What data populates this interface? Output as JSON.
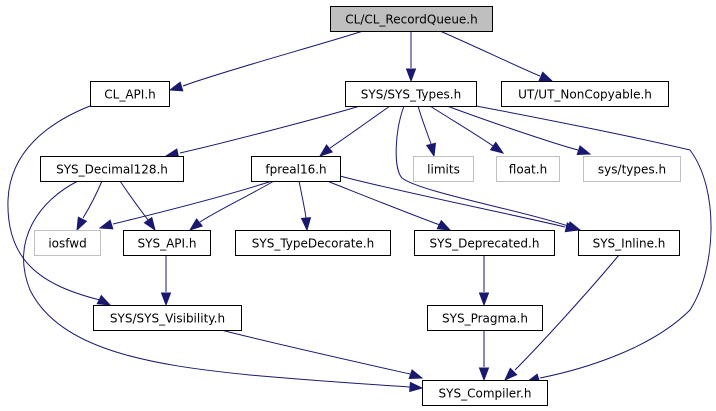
{
  "diagram": {
    "type": "include-dependency-graph",
    "root": "CL/CL_RecordQueue.h",
    "colors": {
      "edge": "#191970",
      "root_fill": "#bfbfbf",
      "node_border": "#000000",
      "external_border": "#bfbfbf",
      "background": "#ffffff"
    },
    "nodes": [
      {
        "id": "recordqueue",
        "label": "CL/CL_RecordQueue.h",
        "kind": "root"
      },
      {
        "id": "cl_api",
        "label": "CL_API.h",
        "kind": "normal"
      },
      {
        "id": "sys_types",
        "label": "SYS/SYS_Types.h",
        "kind": "normal"
      },
      {
        "id": "ut_noncopyable",
        "label": "UT/UT_NonCopyable.h",
        "kind": "normal"
      },
      {
        "id": "sys_decimal128",
        "label": "SYS_Decimal128.h",
        "kind": "normal"
      },
      {
        "id": "fpreal16",
        "label": "fpreal16.h",
        "kind": "normal"
      },
      {
        "id": "limits",
        "label": "limits",
        "kind": "external"
      },
      {
        "id": "float_h",
        "label": "float.h",
        "kind": "external"
      },
      {
        "id": "sys_types_h",
        "label": "sys/types.h",
        "kind": "external"
      },
      {
        "id": "iosfwd",
        "label": "iosfwd",
        "kind": "external"
      },
      {
        "id": "sys_api",
        "label": "SYS_API.h",
        "kind": "normal"
      },
      {
        "id": "sys_typedecorate",
        "label": "SYS_TypeDecorate.h",
        "kind": "normal"
      },
      {
        "id": "sys_deprecated",
        "label": "SYS_Deprecated.h",
        "kind": "normal"
      },
      {
        "id": "sys_inline",
        "label": "SYS_Inline.h",
        "kind": "normal"
      },
      {
        "id": "sys_visibility",
        "label": "SYS/SYS_Visibility.h",
        "kind": "normal"
      },
      {
        "id": "sys_pragma",
        "label": "SYS_Pragma.h",
        "kind": "normal"
      },
      {
        "id": "sys_compiler",
        "label": "SYS_Compiler.h",
        "kind": "normal"
      }
    ],
    "edges": [
      {
        "from": "recordqueue",
        "to": "cl_api"
      },
      {
        "from": "recordqueue",
        "to": "sys_types"
      },
      {
        "from": "recordqueue",
        "to": "ut_noncopyable"
      },
      {
        "from": "cl_api",
        "to": "sys_visibility"
      },
      {
        "from": "sys_types",
        "to": "sys_decimal128"
      },
      {
        "from": "sys_types",
        "to": "fpreal16"
      },
      {
        "from": "sys_types",
        "to": "limits"
      },
      {
        "from": "sys_types",
        "to": "float_h"
      },
      {
        "from": "sys_types",
        "to": "sys_types_h"
      },
      {
        "from": "sys_types",
        "to": "sys_inline"
      },
      {
        "from": "sys_types",
        "to": "sys_compiler"
      },
      {
        "from": "sys_decimal128",
        "to": "iosfwd"
      },
      {
        "from": "sys_decimal128",
        "to": "sys_api"
      },
      {
        "from": "sys_decimal128",
        "to": "sys_compiler"
      },
      {
        "from": "fpreal16",
        "to": "iosfwd"
      },
      {
        "from": "fpreal16",
        "to": "sys_api"
      },
      {
        "from": "fpreal16",
        "to": "sys_typedecorate"
      },
      {
        "from": "fpreal16",
        "to": "sys_deprecated"
      },
      {
        "from": "fpreal16",
        "to": "sys_inline"
      },
      {
        "from": "sys_api",
        "to": "sys_visibility"
      },
      {
        "from": "sys_deprecated",
        "to": "sys_pragma"
      },
      {
        "from": "sys_inline",
        "to": "sys_compiler"
      },
      {
        "from": "sys_visibility",
        "to": "sys_compiler"
      },
      {
        "from": "sys_pragma",
        "to": "sys_compiler"
      }
    ]
  }
}
